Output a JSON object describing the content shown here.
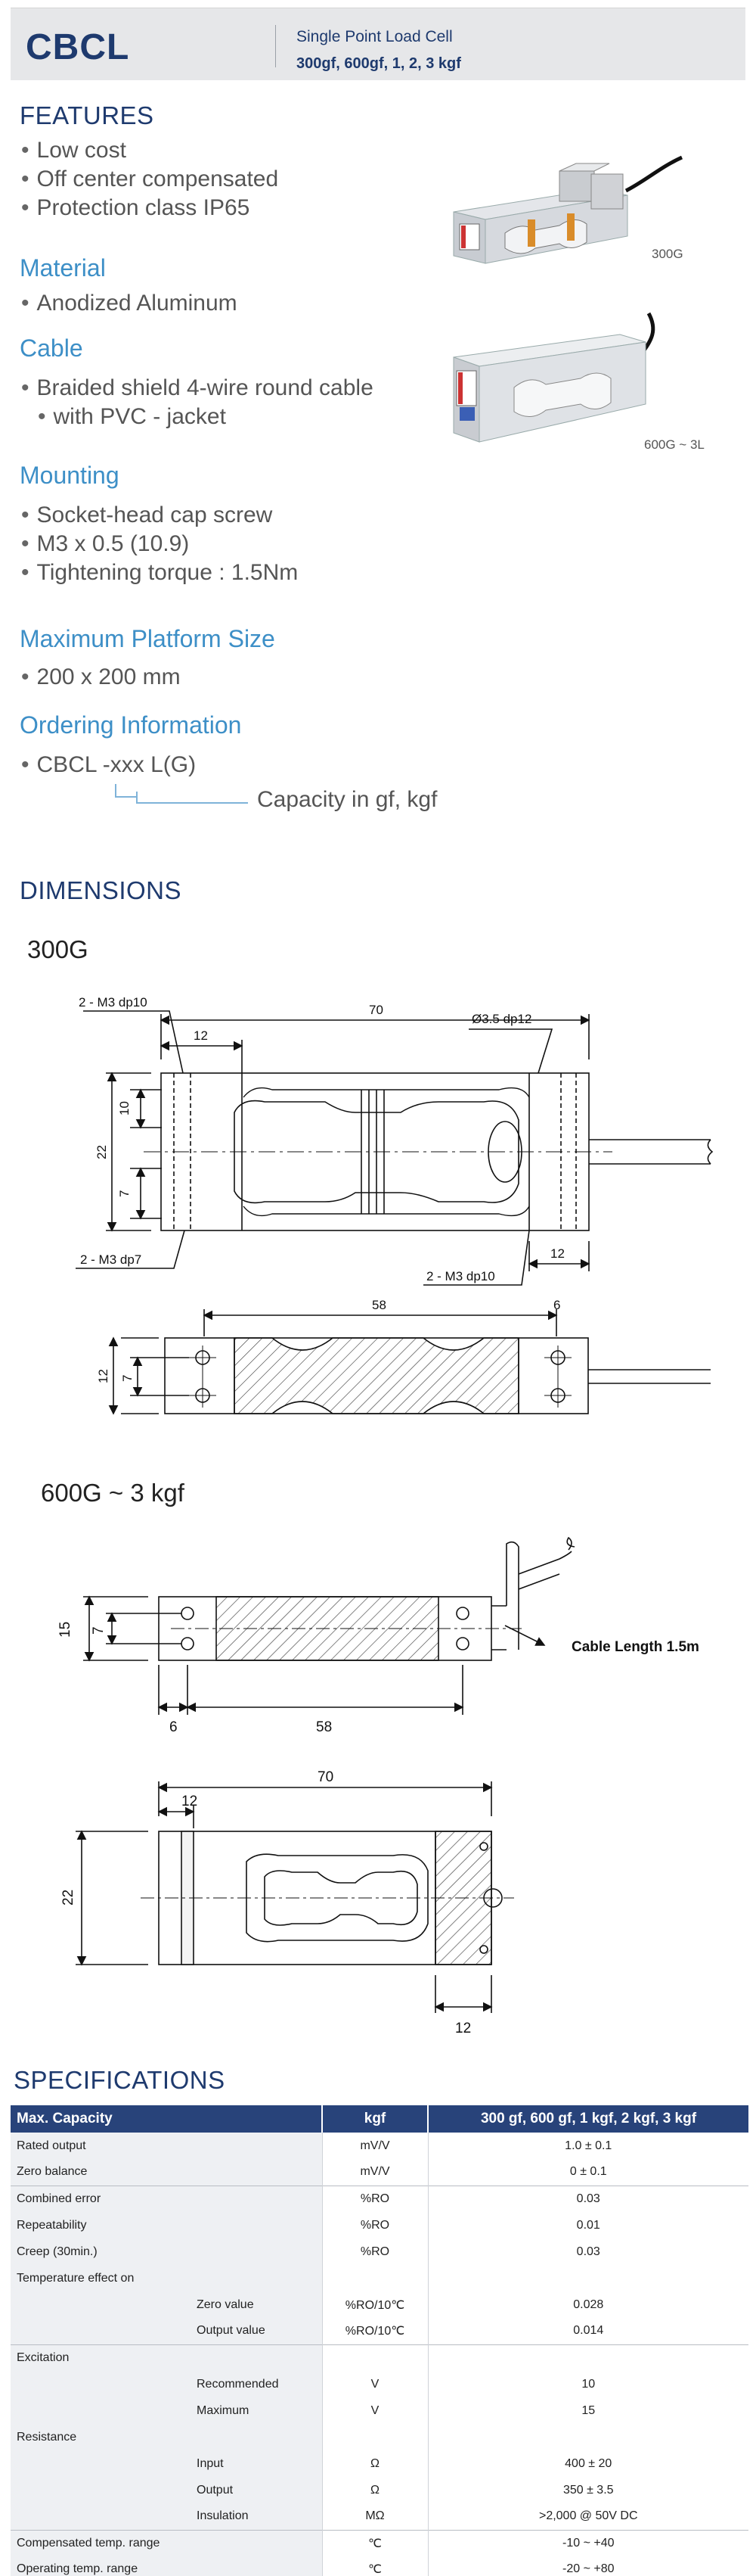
{
  "header": {
    "model": "CBCL",
    "type": "Single Point Load Cell",
    "capacities": "300gf, 600gf, 1, 2, 3 kgf"
  },
  "features": {
    "title": "FEATURES",
    "items": [
      "Low cost",
      "Off center compensated",
      "Protection class IP65"
    ]
  },
  "material": {
    "title": "Material",
    "items": [
      "Anodized Aluminum"
    ]
  },
  "cable": {
    "title": "Cable",
    "line1": "Braided shield 4-wire round cable",
    "line2": "with PVC - jacket"
  },
  "mounting": {
    "title": "Mounting",
    "items": [
      "Socket-head cap screw",
      "M3 x 0.5 (10.9)",
      "Tightening torque : 1.5Nm"
    ]
  },
  "platform": {
    "title": "Maximum Platform Size",
    "items": [
      "200 x 200 mm"
    ]
  },
  "ordering": {
    "title": "Ordering Information",
    "code": "CBCL -xxx L(G)",
    "caption": "Capacity in gf, kgf"
  },
  "photos": {
    "caption1": "300G",
    "caption2": "600G ~ 3L"
  },
  "dimensions": {
    "title": "DIMENSIONS",
    "sub1": "300G",
    "sub2": "600G ~ 3 kgf",
    "d300": {
      "l_m3dp10_top": "2 - M3 dp10",
      "l_70": "70",
      "l_hole": "Ø3.5 dp12",
      "l_12a": "12",
      "l_10": "10",
      "l_22": "22",
      "l_7": "7",
      "l_m3dp7": "2 - M3 dp7",
      "l_m3dp10_bot": "2 - M3 dp10",
      "l_12b": "12",
      "l_58": "58",
      "l_6": "6",
      "l_12c": "12",
      "l_7b": "7"
    },
    "d600": {
      "l_15": "15",
      "l_7": "7",
      "l_6": "6",
      "l_58": "58",
      "l_cable": "Cable Length 1.5m",
      "l_70": "70",
      "l_12a": "12",
      "l_22": "22",
      "l_12b": "12"
    }
  },
  "specs": {
    "title": "SPECIFICATIONS",
    "headers": [
      "Max. Capacity",
      "kgf",
      "300 gf,  600 gf, 1 kgf,  2 kgf,  3 kgf"
    ],
    "rows": [
      {
        "label": "Rated output",
        "sub": "",
        "unit": "mV/V",
        "value": "1.0 ± 0.1"
      },
      {
        "label": "Zero balance",
        "sub": "",
        "unit": "mV/V",
        "value": "0 ± 0.1"
      },
      {
        "label": "Combined error",
        "sub": "",
        "unit": "%RO",
        "value": "0.03"
      },
      {
        "label": "Repeatability",
        "sub": "",
        "unit": "%RO",
        "value": "0.01"
      },
      {
        "label": "Creep (30min.)",
        "sub": "",
        "unit": "%RO",
        "value": "0.03"
      },
      {
        "label": "Temperature effect on",
        "sub": "",
        "unit": "",
        "value": ""
      },
      {
        "label": "",
        "sub": "Zero value",
        "unit": "%RO/10℃",
        "value": "0.028"
      },
      {
        "label": "",
        "sub": "Output  value",
        "unit": "%RO/10℃",
        "value": "0.014"
      },
      {
        "label": "Excitation",
        "sub": "",
        "unit": "",
        "value": ""
      },
      {
        "label": "",
        "sub": "Recommended",
        "unit": "V",
        "value": "10"
      },
      {
        "label": "",
        "sub": "Maximum",
        "unit": "V",
        "value": "15"
      },
      {
        "label": "Resistance",
        "sub": "",
        "unit": "",
        "value": ""
      },
      {
        "label": "",
        "sub": "Input",
        "unit": "Ω",
        "value": "400 ± 20"
      },
      {
        "label": "",
        "sub": "Output",
        "unit": "Ω",
        "value": "350 ± 3.5"
      },
      {
        "label": "",
        "sub": "Insulation",
        "unit": "MΩ",
        "value": ">2,000 @ 50V DC"
      },
      {
        "label": "Compensated temp. range",
        "sub": "",
        "unit": "℃",
        "value": "-10 ~ +40"
      },
      {
        "label": "Operating temp. range",
        "sub": "",
        "unit": "℃",
        "value": "-20 ~ +80"
      }
    ]
  }
}
